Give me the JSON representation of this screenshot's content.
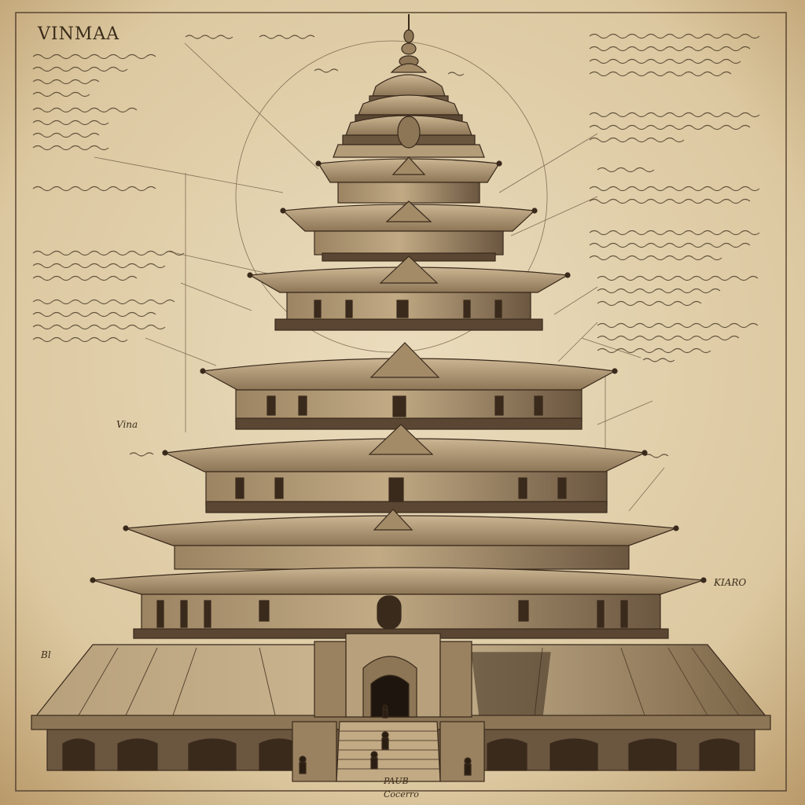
{
  "labels": {
    "title": "VINMAA",
    "left_base": "Bl",
    "left_mid": "Vina",
    "right_base": "KIARO",
    "bottom_1": "PAUB",
    "bottom_2": "Cocerro"
  },
  "palette": {
    "paper": "#e6d6b3",
    "paper_edge": "#b89868",
    "ink": "#3a2c1a",
    "wood_light": "#c8b28c",
    "wood_mid": "#9a8260",
    "wood_dark": "#5a4632",
    "shadow": "#3a2a1c"
  }
}
